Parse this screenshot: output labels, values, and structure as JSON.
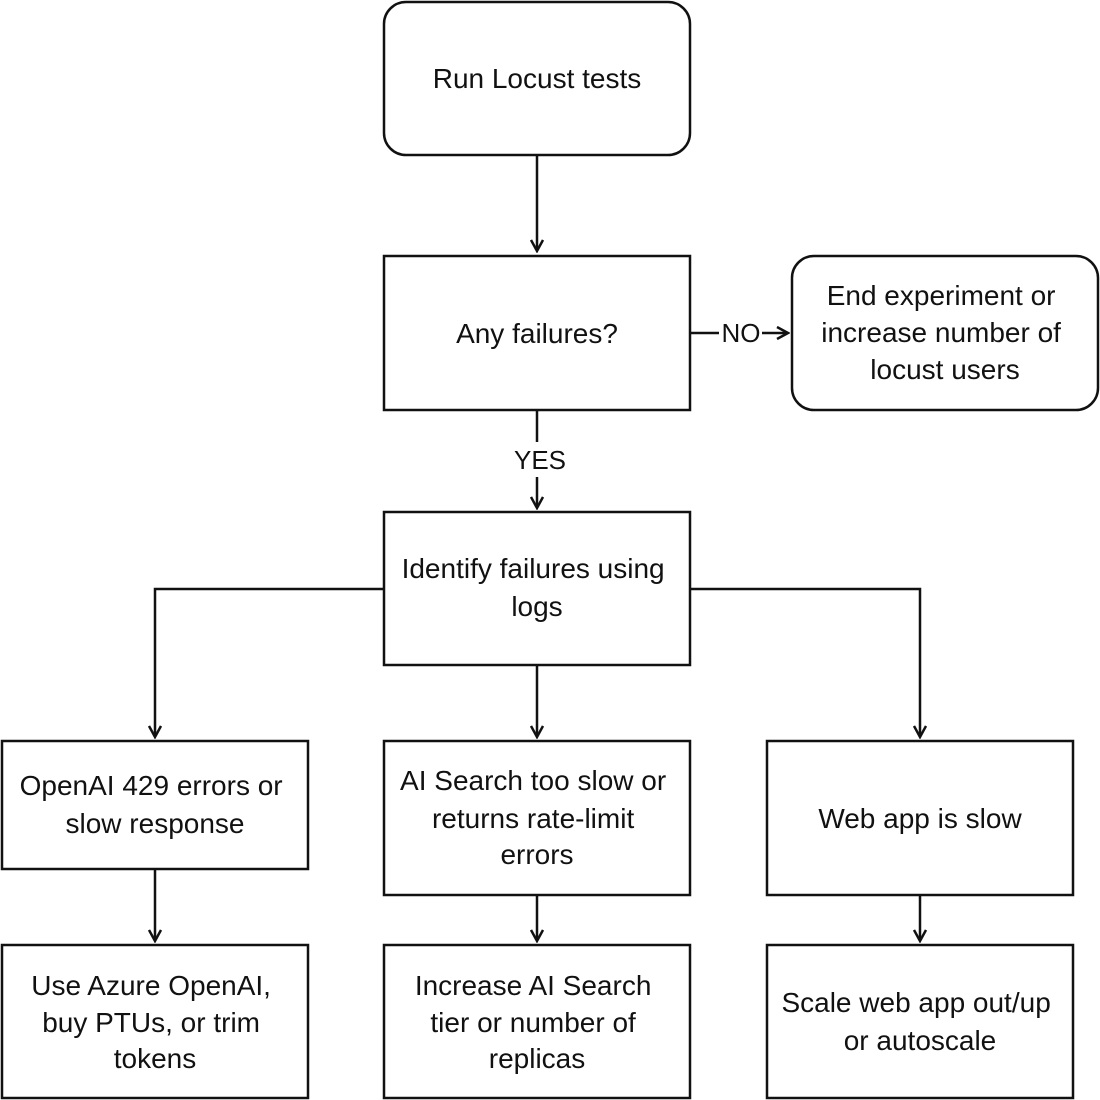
{
  "diagram": {
    "nodes": {
      "run_tests": {
        "lines": [
          "Run Locust tests"
        ]
      },
      "any_failures": {
        "lines": [
          "Any failures?"
        ]
      },
      "end_experiment": {
        "lines": [
          "End experiment or",
          "increase number of",
          "locust users"
        ]
      },
      "identify_failures": {
        "lines": [
          "Identify failures using",
          "logs"
        ]
      },
      "openai_errors": {
        "lines": [
          "OpenAI 429 errors or",
          "slow response"
        ]
      },
      "ai_search_slow": {
        "lines": [
          "AI Search too slow or",
          "returns rate-limit",
          "errors"
        ]
      },
      "web_app_slow": {
        "lines": [
          "Web app is slow"
        ]
      },
      "use_azure_openai": {
        "lines": [
          "Use Azure OpenAI,",
          "buy PTUs, or trim",
          "tokens"
        ]
      },
      "increase_ai_search": {
        "lines": [
          "Increase AI Search",
          "tier or number of",
          "replicas"
        ]
      },
      "scale_web_app": {
        "lines": [
          "Scale web app out/up",
          "or autoscale"
        ]
      }
    },
    "edge_labels": {
      "no": "NO",
      "yes": "YES"
    }
  }
}
